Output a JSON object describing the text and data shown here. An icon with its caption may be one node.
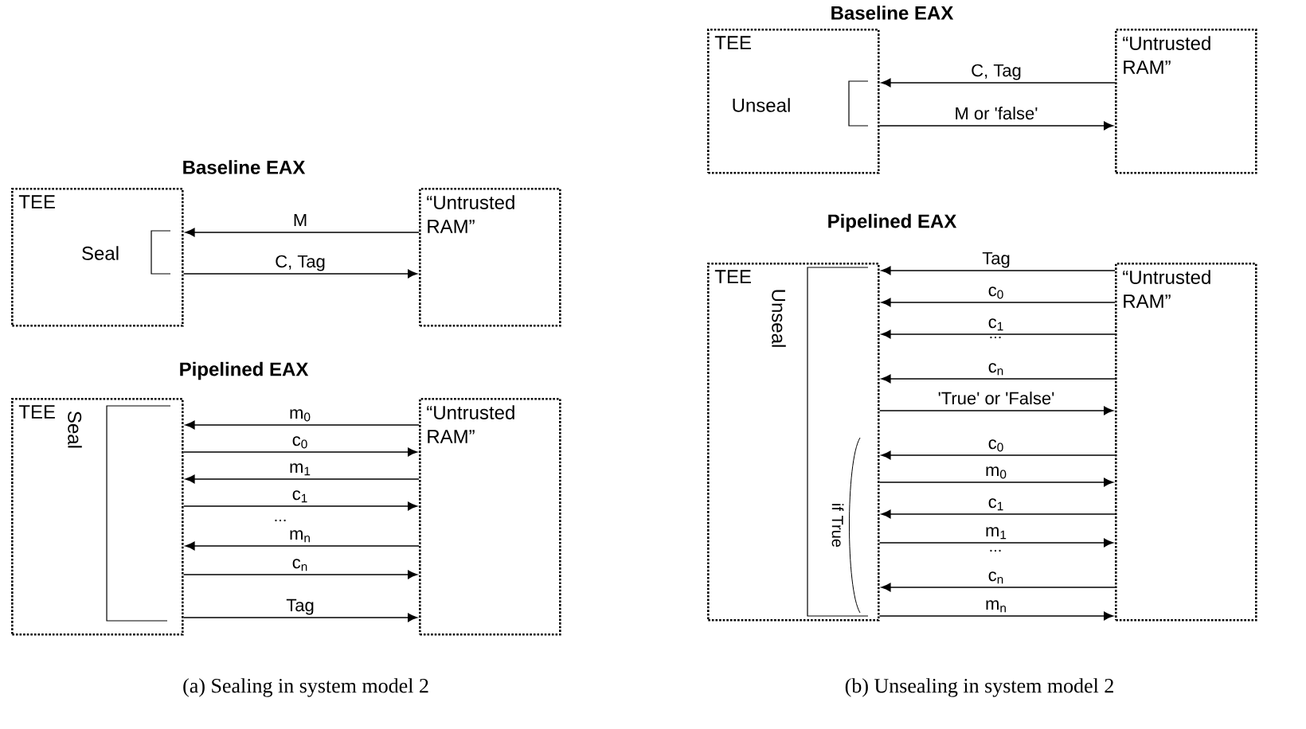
{
  "diagram": {
    "nodes": [
      {
        "text": [
          "TEE"
        ]
      },
      {
        "text": [
          "“Untrusted RAM”"
        ]
      },
      {
        "text": [
          "TEE"
        ]
      },
      {
        "text": [
          "“Untrusted RAM”"
        ]
      },
      {
        "text": [
          "TEE"
        ]
      },
      {
        "text": [
          "“Untrusted RAM”"
        ]
      },
      {
        "text": [
          "TEE"
        ]
      },
      {
        "text": [
          "“Untrusted RAM”"
        ]
      }
    ],
    "edges": [
      {
        "from": 1,
        "to": 0,
        "arrow": "to",
        "label": "M"
      },
      {
        "from": 0,
        "to": 1,
        "arrow": "to",
        "label": "C, Tag"
      },
      {
        "from": 3,
        "to": 2,
        "arrow": "to",
        "label": "m$_{0}$"
      },
      {
        "from": 2,
        "to": 3,
        "arrow": "to",
        "label": "c$_{0}$"
      },
      {
        "from": 3,
        "to": 2,
        "arrow": "to",
        "label": "m$_{1}$"
      },
      {
        "from": 2,
        "to": 3,
        "arrow": "to",
        "label": "c$_{1}$"
      },
      {
        "from": 3,
        "to": 2,
        "arrow": "to",
        "label": "m$_{n}$"
      },
      {
        "from": 2,
        "to": 3,
        "arrow": "to",
        "label": "c$_{n}$"
      },
      {
        "from": 2,
        "to": 3,
        "arrow": "to",
        "label": "Tag"
      },
      {
        "from": 5,
        "to": 4,
        "arrow": "to",
        "label": "C, Tag"
      },
      {
        "from": 4,
        "to": 5,
        "arrow": "to",
        "label": "M or 'false'"
      },
      {
        "from": 7,
        "to": 6,
        "arrow": "to",
        "label": "Tag"
      },
      {
        "from": 7,
        "to": 6,
        "arrow": "to",
        "label": "c$_{0}$"
      },
      {
        "from": 7,
        "to": 6,
        "arrow": "to",
        "label": "c$_{1}$"
      },
      {
        "from": 7,
        "to": 6,
        "arrow": "to",
        "label": "c$_{n}$"
      },
      {
        "from": 6,
        "to": 7,
        "arrow": "to",
        "label": "'True' or 'False'"
      },
      {
        "from": 7,
        "to": 6,
        "arrow": "to",
        "label": "c$_{0}$"
      },
      {
        "from": 6,
        "to": 7,
        "arrow": "to",
        "label": "m$_{0}$"
      },
      {
        "from": 7,
        "to": 6,
        "arrow": "to",
        "label": "c$_{1}$"
      },
      {
        "from": 6,
        "to": 7,
        "arrow": "to",
        "label": "m$_{1}$"
      },
      {
        "from": 7,
        "to": 6,
        "arrow": "to",
        "label": "c$_{n}$"
      },
      {
        "from": 6,
        "to": 7,
        "arrow": "to",
        "label": "m$_{n}$"
      }
    ],
    "labels": [
      "Baseline EAX",
      "Seal",
      "Pipelined EAX",
      "Seal",
      "...",
      "Baseline EAX",
      "Unseal",
      "Pipelined EAX",
      "Unseal",
      "...",
      "if True",
      "...",
      "(a) Sealing in system model 2",
      "(b) Unsealing in system model 2"
    ]
  }
}
